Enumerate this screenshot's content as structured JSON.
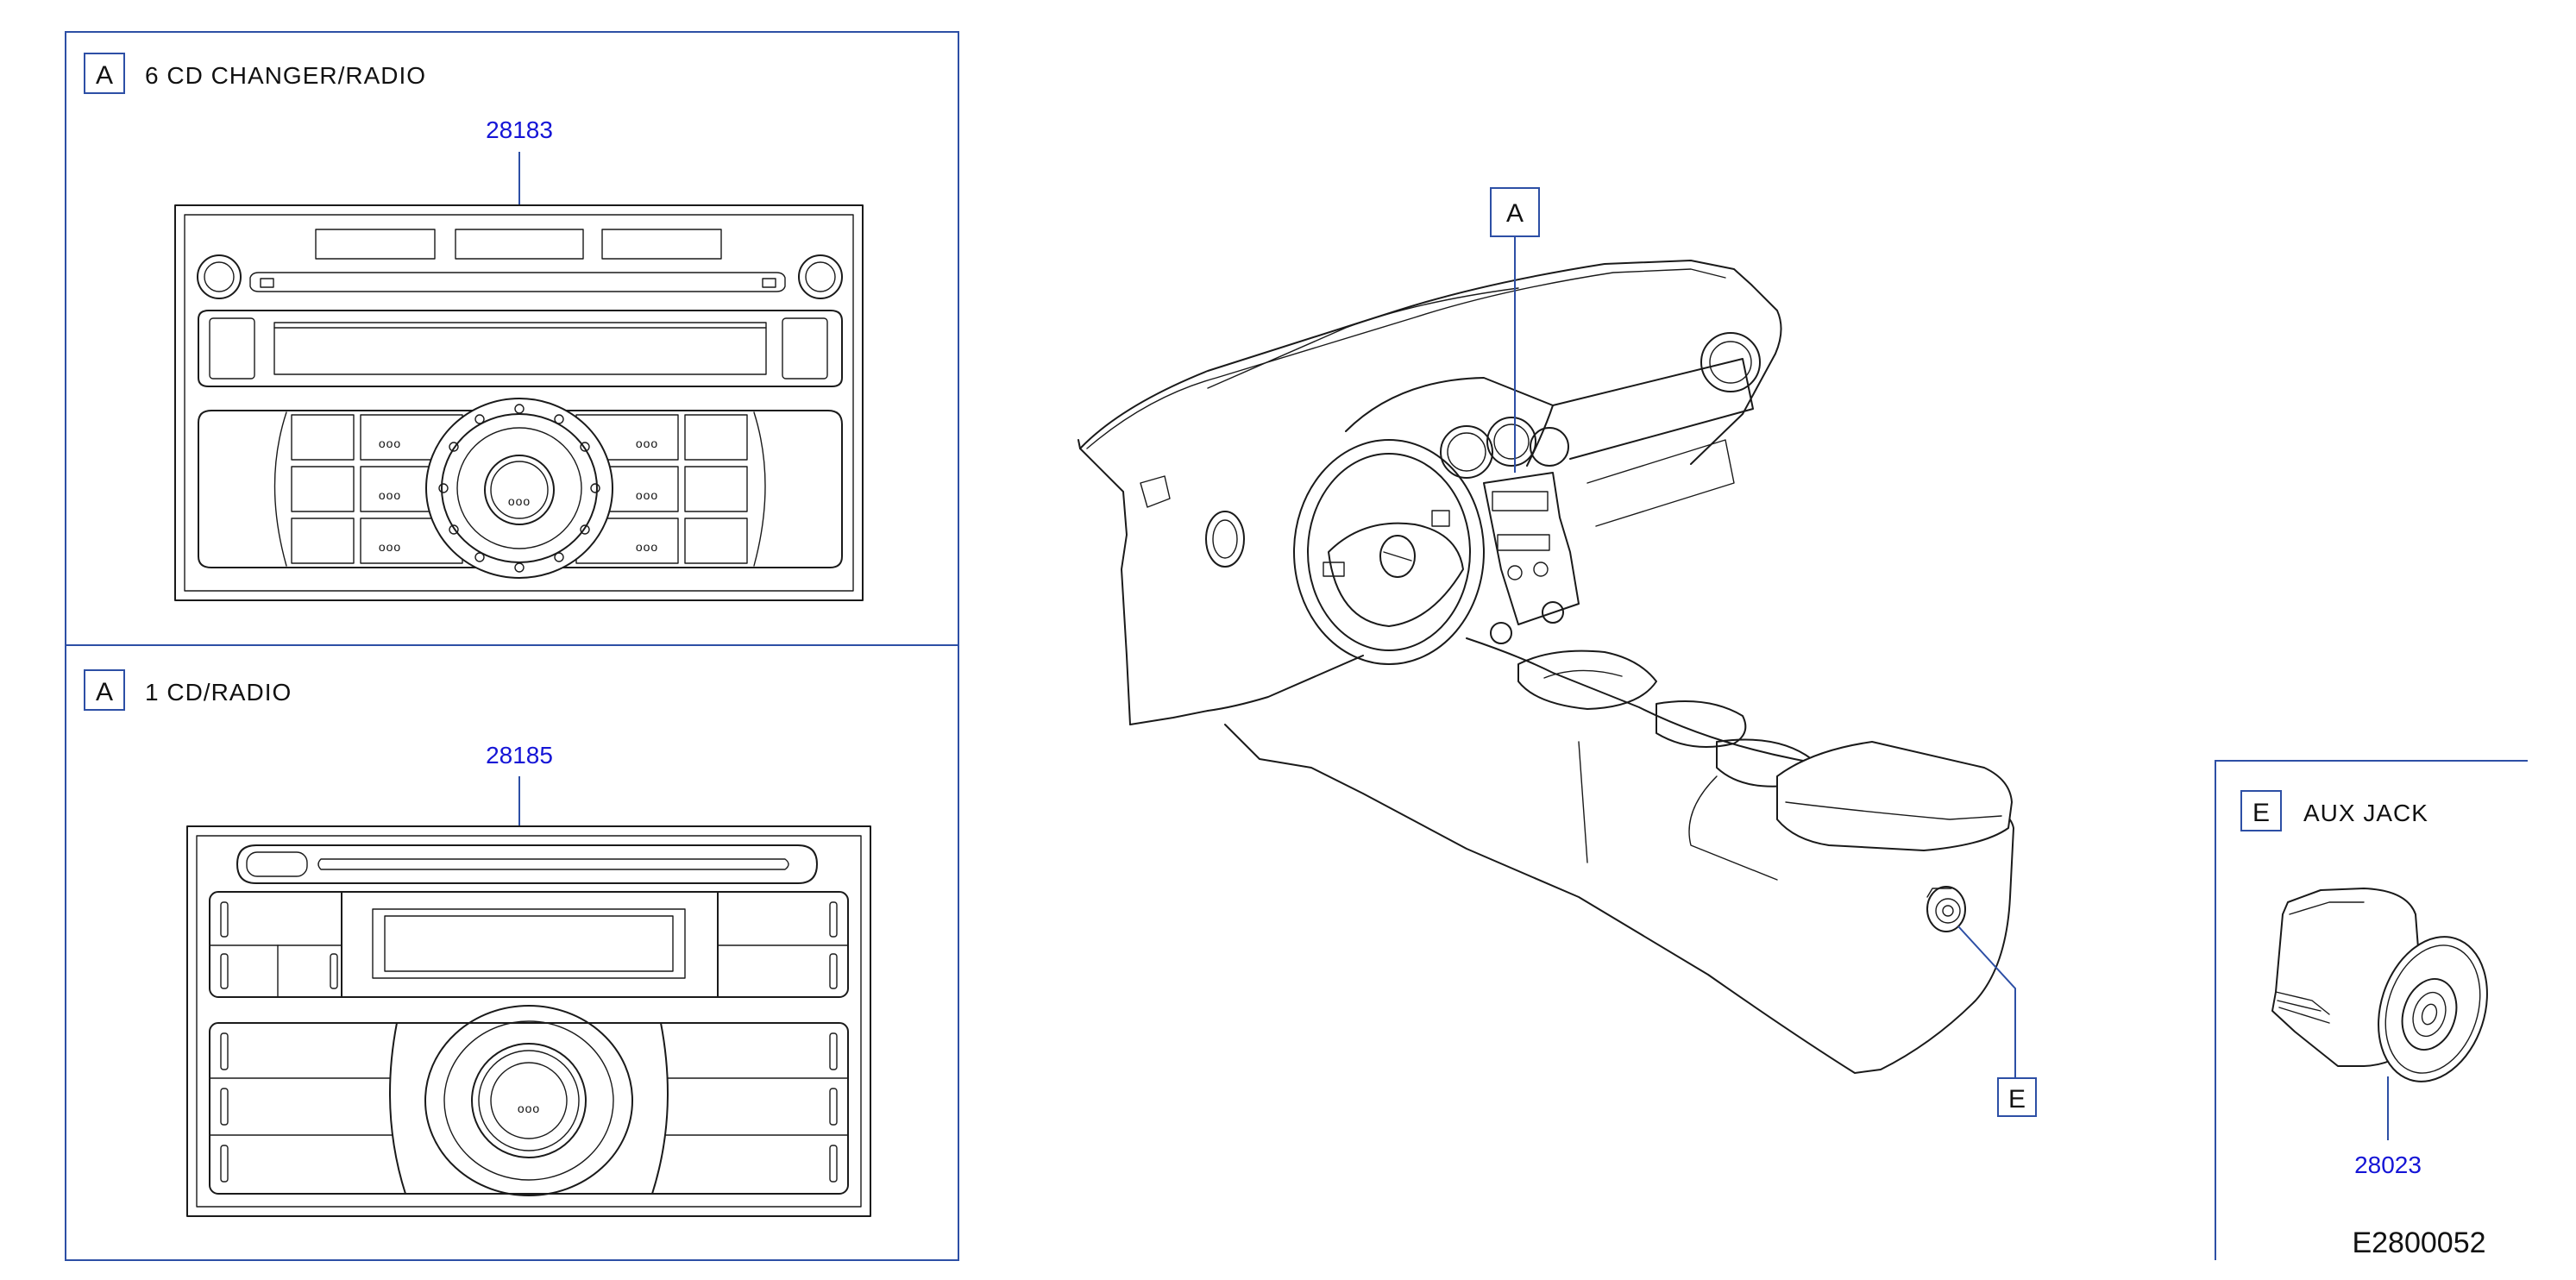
{
  "panels": {
    "six_cd": {
      "tag": "A",
      "heading": "6 CD CHANGER/RADIO",
      "part_number": "28183"
    },
    "one_cd": {
      "tag": "A",
      "heading": "1 CD/RADIO",
      "part_number": "28185"
    },
    "aux_jack": {
      "tag": "E",
      "heading": "AUX JACK",
      "part_number": "28023"
    }
  },
  "callouts": {
    "radio_location": "A",
    "aux_location": "E"
  },
  "reference_code": "E2800052",
  "button_dots": "ooo"
}
